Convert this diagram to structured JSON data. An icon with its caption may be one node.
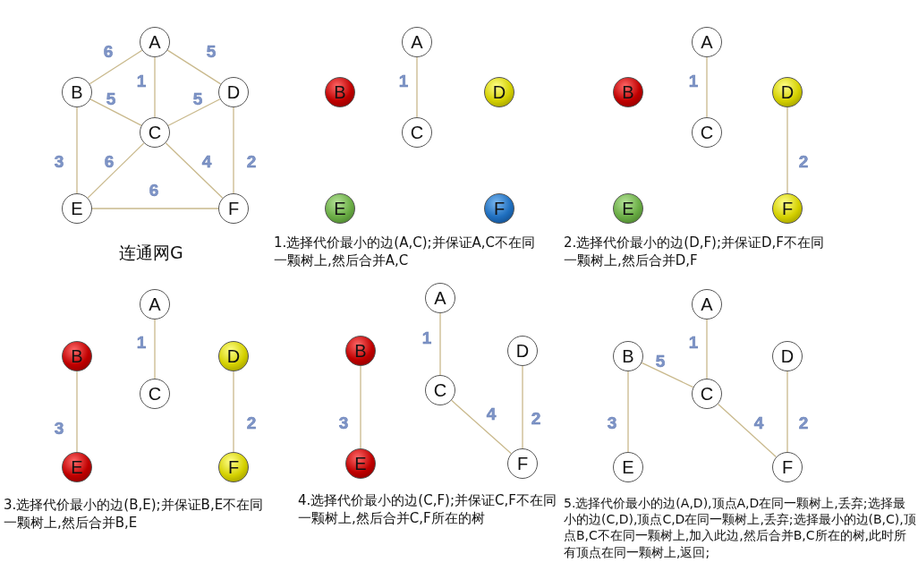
{
  "diagram": {
    "nodes": [
      {
        "text": [
          "A"
        ]
      },
      {
        "text": [
          "B"
        ]
      },
      {
        "text": [
          "C"
        ]
      },
      {
        "text": [
          "D"
        ]
      },
      {
        "text": [
          "E"
        ]
      },
      {
        "text": [
          "F"
        ]
      },
      {
        "text": [
          "A"
        ]
      },
      {
        "text": [
          "B"
        ]
      },
      {
        "text": [
          "C"
        ]
      },
      {
        "text": [
          "D"
        ]
      },
      {
        "text": [
          "E"
        ]
      },
      {
        "text": [
          "F"
        ]
      },
      {
        "text": [
          "A"
        ]
      },
      {
        "text": [
          "B"
        ]
      },
      {
        "text": [
          "C"
        ]
      },
      {
        "text": [
          "D"
        ]
      },
      {
        "text": [
          "E"
        ]
      },
      {
        "text": [
          "F"
        ]
      },
      {
        "text": [
          "A"
        ]
      },
      {
        "text": [
          "B"
        ]
      },
      {
        "text": [
          "C"
        ]
      },
      {
        "text": [
          "D"
        ]
      },
      {
        "text": [
          "E"
        ]
      },
      {
        "text": [
          "F"
        ]
      },
      {
        "text": [
          "A"
        ]
      },
      {
        "text": [
          "B"
        ]
      },
      {
        "text": [
          "C"
        ]
      },
      {
        "text": [
          "D"
        ]
      },
      {
        "text": [
          "E"
        ]
      },
      {
        "text": [
          "F"
        ]
      },
      {
        "text": [
          "A"
        ]
      },
      {
        "text": [
          "B"
        ]
      },
      {
        "text": [
          "C"
        ]
      },
      {
        "text": [
          "D"
        ]
      },
      {
        "text": [
          "E"
        ]
      },
      {
        "text": [
          "F"
        ]
      }
    ],
    "edges": [
      {
        "from": 0,
        "to": 1,
        "arrow": "none",
        "label": "6"
      },
      {
        "from": 0,
        "to": 3,
        "arrow": "none",
        "label": "5"
      },
      {
        "from": 0,
        "to": 2,
        "arrow": "none",
        "label": "1"
      },
      {
        "from": 1,
        "to": 2,
        "arrow": "none",
        "label": "5"
      },
      {
        "from": 2,
        "to": 3,
        "arrow": "none",
        "label": "5"
      },
      {
        "from": 1,
        "to": 4,
        "arrow": "none",
        "label": "3"
      },
      {
        "from": 2,
        "to": 4,
        "arrow": "none",
        "label": "6"
      },
      {
        "from": 2,
        "to": 5,
        "arrow": "none",
        "label": "4"
      },
      {
        "from": 3,
        "to": 5,
        "arrow": "none",
        "label": "2"
      },
      {
        "from": 4,
        "to": 5,
        "arrow": "none",
        "label": "6"
      },
      {
        "from": 6,
        "to": 8,
        "arrow": "none",
        "label": "1"
      },
      {
        "from": 12,
        "to": 14,
        "arrow": "none",
        "label": "1"
      },
      {
        "from": 15,
        "to": 17,
        "arrow": "none",
        "label": "2"
      },
      {
        "from": 18,
        "to": 20,
        "arrow": "none",
        "label": "1"
      },
      {
        "from": 19,
        "to": 22,
        "arrow": "none",
        "label": "3"
      },
      {
        "from": 21,
        "to": 23,
        "arrow": "none",
        "label": "2"
      },
      {
        "from": 24,
        "to": 26,
        "arrow": "none",
        "label": "1"
      },
      {
        "from": 25,
        "to": 28,
        "arrow": "none",
        "label": "3"
      },
      {
        "from": 26,
        "to": 29,
        "arrow": "none",
        "label": "4"
      },
      {
        "from": 27,
        "to": 29,
        "arrow": "none",
        "label": "2"
      },
      {
        "from": 30,
        "to": 32,
        "arrow": "none",
        "label": "1"
      },
      {
        "from": 31,
        "to": 32,
        "arrow": "none",
        "label": "5"
      },
      {
        "from": 31,
        "to": 34,
        "arrow": "none",
        "label": "3"
      },
      {
        "from": 32,
        "to": 35,
        "arrow": "none",
        "label": "4"
      },
      {
        "from": 33,
        "to": 35,
        "arrow": "none",
        "label": "2"
      }
    ],
    "labels": [
      "连通网G",
      "1.选择代价最小的边(A,C);并保证A,C不在同一颗树上,然后合并A,C",
      "2.选择代价最小的边(D,F);并保证D,F不在同一颗树上,然后合并D,F",
      "3.选择代价最小的边(B,E);并保证B,E不在同一颗树上,然后合并B,E",
      "4.选择代价最小的边(C,F);并保证C,F不在同一颗树上,然后合并C,F所在的树",
      "5.选择代价最小的边(A,D),顶点A,D在同一颗树上,丢弃;选择最小的边(C,D),顶点C,D在同一颗树上,丢弃;选择最小的边(B,C),顶点B,C不在同一颗树上,加入此边,然后合并B,C所在的树,此时所有顶点在同一颗树上,返回;"
    ]
  }
}
